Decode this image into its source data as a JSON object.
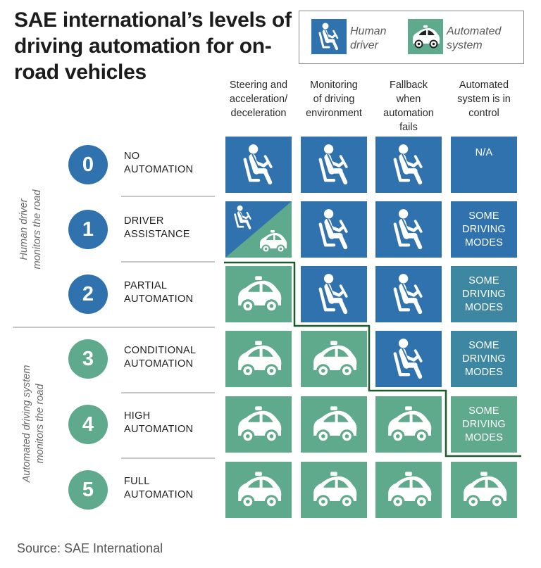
{
  "title": "SAE international’s levels of driving automation for on-road vehicles",
  "legend": {
    "human": {
      "icon": "human-driver-icon",
      "line1": "Human",
      "line2": "driver"
    },
    "auto": {
      "icon": "automated-car-icon",
      "line1": "Automated",
      "line2": "system"
    }
  },
  "columns": [
    {
      "lines": [
        "Steering and",
        "acceleration/",
        "deceleration"
      ]
    },
    {
      "lines": [
        "Monitoring",
        "of driving",
        "environment"
      ]
    },
    {
      "lines": [
        "Fallback",
        "when",
        "automation",
        "fails"
      ]
    },
    {
      "lines": [
        "Automated",
        "system is in",
        "control"
      ]
    }
  ],
  "side_groups": [
    {
      "lines": [
        "Human driver",
        "monitors the road"
      ]
    },
    {
      "lines": [
        "Automated driving system",
        "monitors the road"
      ]
    }
  ],
  "levels": [
    {
      "number": "0",
      "name": [
        "NO",
        "AUTOMATION"
      ],
      "color": "#2f72ad",
      "cells": [
        "human",
        "human",
        "human",
        "text-blue"
      ],
      "control": [
        "N/A"
      ]
    },
    {
      "number": "1",
      "name": [
        "DRIVER",
        "ASSISTANCE"
      ],
      "color": "#2f72ad",
      "cells": [
        "split",
        "human",
        "human",
        "text-blue"
      ],
      "control": [
        "SOME",
        "DRIVING",
        "MODES"
      ]
    },
    {
      "number": "2",
      "name": [
        "PARTIAL",
        "AUTOMATION"
      ],
      "color": "#2f72ad",
      "cells": [
        "car",
        "human",
        "human",
        "text-mixed"
      ],
      "control": [
        "SOME",
        "DRIVING",
        "MODES"
      ]
    },
    {
      "number": "3",
      "name": [
        "CONDITIONAL",
        "AUTOMATION"
      ],
      "color": "#5fa98d",
      "cells": [
        "car",
        "car",
        "human",
        "text-mixed"
      ],
      "control": [
        "SOME",
        "DRIVING",
        "MODES"
      ]
    },
    {
      "number": "4",
      "name": [
        "HIGH",
        "AUTOMATION"
      ],
      "color": "#5fa98d",
      "cells": [
        "car",
        "car",
        "car",
        "text-teal"
      ],
      "control": [
        "SOME",
        "DRIVING",
        "MODES"
      ]
    },
    {
      "number": "5",
      "name": [
        "FULL",
        "AUTOMATION"
      ],
      "color": "#5fa98d",
      "cells": [
        "car",
        "car",
        "car",
        "car"
      ],
      "control": []
    }
  ],
  "colors": {
    "human": "#2f72ad",
    "automated": "#5fa98d",
    "mixed": "#3d87a3",
    "boundary": "#1d5a2c"
  },
  "source": "Source: SAE International"
}
